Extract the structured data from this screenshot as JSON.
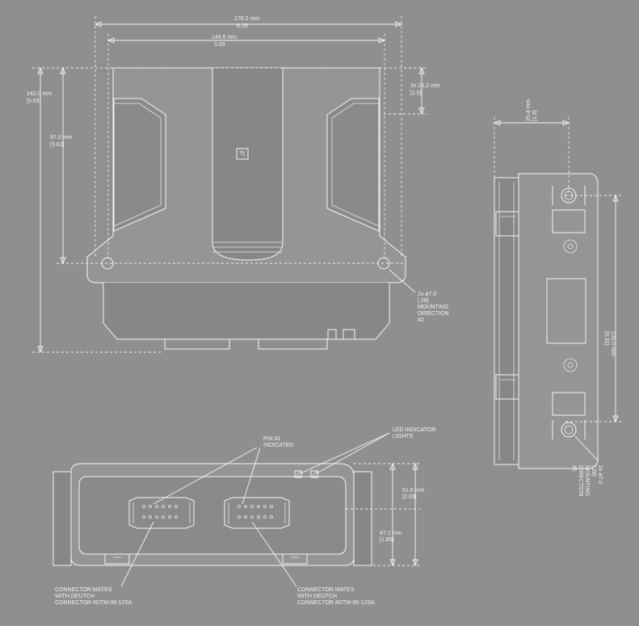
{
  "dimensions": {
    "overall_width": {
      "mm": "178.2 mm",
      "in": "6.29"
    },
    "mount_width": {
      "mm": "144.6 mm",
      "in": "5.69"
    },
    "overall_height": {
      "mm": "142.0 mm",
      "in": "[5.59]"
    },
    "mount_height": {
      "mm": "97.0 mm",
      "in": "[3.82]"
    },
    "flange_offset": {
      "mm": "2x 25.2 mm",
      "in": "[1.0]"
    },
    "side_flange": {
      "mm": "25.4 mm",
      "in": "[1.0]"
    },
    "side_height": {
      "mm": "135.0 mm",
      "in": "[5.32]"
    },
    "front_height": {
      "mm": "51.6 mm",
      "in": "[2.03]"
    },
    "front_inner": {
      "mm": "47.1 mm",
      "in": "[1.85]"
    }
  },
  "callouts": {
    "mounting_1": [
      "2x ø7.0",
      "[.28]",
      "MOUNTING",
      "DIRECTION",
      "#2"
    ],
    "mounting_2": [
      "2x ø7.0",
      "[.28]",
      "MOUNTING",
      "DIRECTION",
      "#1"
    ],
    "pin1": [
      "PIN #1",
      "INDICATED"
    ],
    "led": [
      "LED INDICATOR",
      "LIGHTS"
    ],
    "connector_left": [
      "CONNECTOR MATES",
      "WITH DEUTCH",
      "CONNECTOR #DTM-06-12SA"
    ],
    "connector_right": [
      "CONNECTOR MATES",
      "WITH DEUTCH",
      "CONNECTOR #DTM-06-12SA"
    ]
  }
}
